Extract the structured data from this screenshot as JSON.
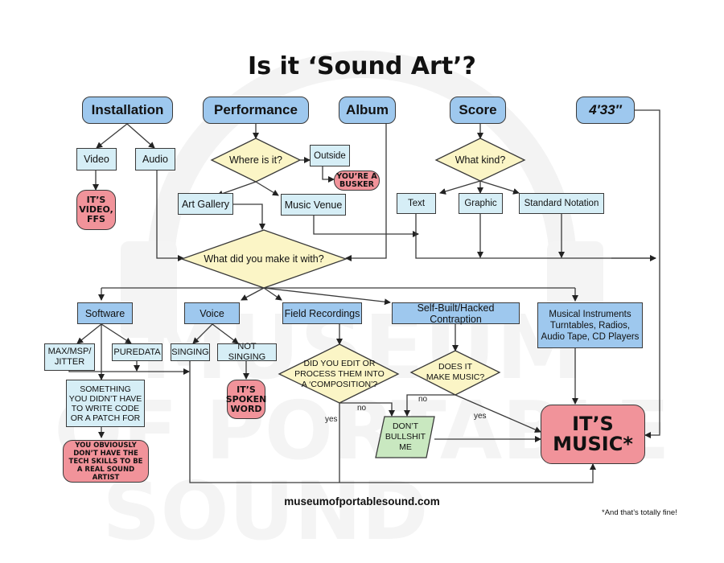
{
  "title": "Is it ‘Sound Art’?",
  "website": "museumofportablesound.com",
  "footnote": "*And that’s totally fine!",
  "watermark": [
    "MUSEUM",
    "OF PORTABLE",
    "SOUND"
  ],
  "colors": {
    "primary_box": "#9ec8ee",
    "secondary_box": "#d6eef6",
    "decision": "#fbf5c6",
    "terminal": "#f1939a",
    "bullshit": "#c9e8c0",
    "line": "#3a3a3a"
  },
  "start_nodes": {
    "installation": "Installation",
    "performance": "Performance",
    "album": "Album",
    "score": "Score",
    "four_thirty_three": "4′33″"
  },
  "nodes": {
    "video": "Video",
    "audio": "Audio",
    "its_video": [
      "IT’S",
      "VIDEO,",
      "FFS"
    ],
    "where_is_it": "Where is it?",
    "outside": "Outside",
    "busker": [
      "YOU’RE A",
      "BUSKER"
    ],
    "art_gallery": "Art Gallery",
    "music_venue": "Music Venue",
    "what_kind": "What kind?",
    "text": "Text",
    "graphic": "Graphic",
    "standard_notation": "Standard Notation",
    "what_did_you_make": "What did you make it with?",
    "software": "Software",
    "voice": "Voice",
    "field_recordings": "Field Recordings",
    "self_built": "Self-Built/Hacked Contraption",
    "musical_instruments": [
      "Musical Instruments",
      "Turntables, Radios,",
      "Audio Tape, CD Players"
    ],
    "max_msp": [
      "MAX/MSP/",
      "JITTER"
    ],
    "puredata": "PUREDATA",
    "singing": "SINGING",
    "not_singing": "NOT SINGING",
    "spoken_word": [
      "IT’S",
      "SPOKEN",
      "WORD"
    ],
    "something_no_code": [
      "SOMETHING",
      "YOU DIDN’T HAVE",
      "TO WRITE CODE",
      "OR A PATCH FOR"
    ],
    "no_tech_skills": [
      "YOU OBVIOUSLY",
      "DON’T HAVE THE",
      "TECH SKILLS TO BE",
      "A REAL SOUND ARTIST"
    ],
    "did_you_edit": [
      "DID YOU EDIT OR",
      "PROCESS THEM INTO",
      "A ‘COMPOSITION’?"
    ],
    "does_it_make_music": [
      "DOES IT",
      "MAKE MUSIC?"
    ],
    "dont_bullshit": [
      "DON’T",
      "BULLSHIT",
      "ME"
    ],
    "its_music": [
      "IT’S",
      "MUSIC*"
    ]
  },
  "edge_labels": {
    "edit_no": "no",
    "edit_yes": "yes",
    "music_no": "no",
    "music_yes": "yes"
  }
}
